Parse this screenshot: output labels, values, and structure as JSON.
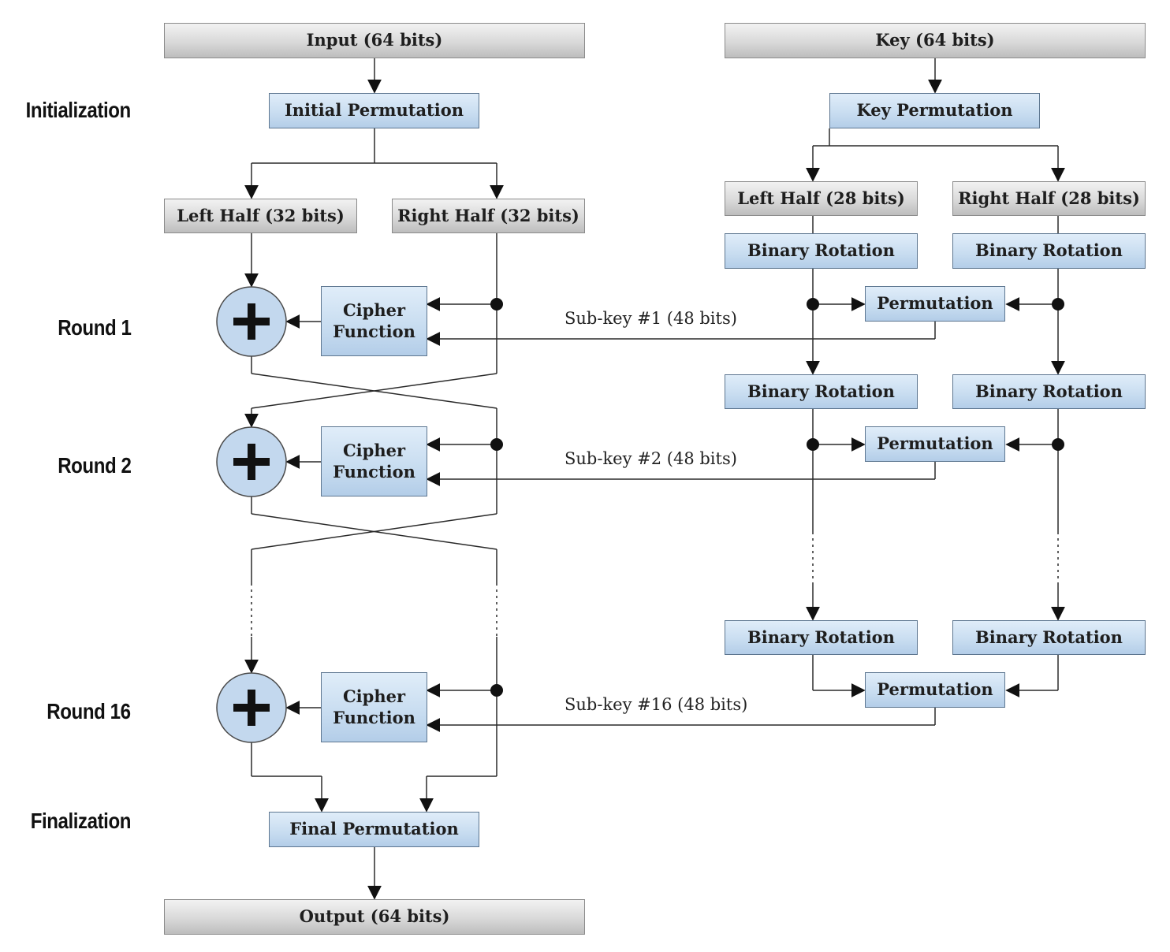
{
  "stages": {
    "initialization": "Initialization",
    "round1": "Round 1",
    "round2": "Round 2",
    "round16": "Round 16",
    "finalization": "Finalization"
  },
  "data_path": {
    "input": "Input (64 bits)",
    "initial_permutation": "Initial Permutation",
    "left_half": "Left Half (32 bits)",
    "right_half": "Right Half (32 bits)",
    "cipher_function": "Cipher\nFunction",
    "final_permutation": "Final Permutation",
    "output": "Output (64 bits)"
  },
  "key_path": {
    "key": "Key (64 bits)",
    "key_permutation": "Key Permutation",
    "left_half": "Left Half (28 bits)",
    "right_half": "Right Half (28 bits)",
    "binary_rotation": "Binary Rotation",
    "permutation": "Permutation"
  },
  "subkeys": {
    "subkey1": "Sub-key #1 (48 bits)",
    "subkey2": "Sub-key #2 (48 bits)",
    "subkey16": "Sub-key #16 (48 bits)"
  },
  "colors": {
    "gray_box": "#d9d9d9",
    "blue_box": "#c7dcf0",
    "xor_circle": "#c3d8ee",
    "lines": "#1a1a1a"
  }
}
